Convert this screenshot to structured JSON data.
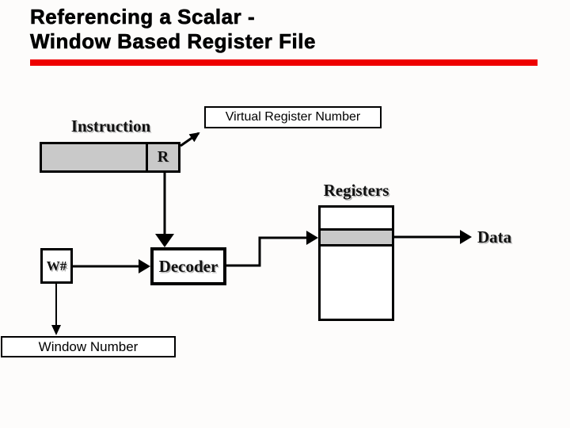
{
  "slide": {
    "title_line1": "Referencing a Scalar -",
    "title_line2": "Window Based Register File",
    "accent_color": "#ee0000"
  },
  "diagram": {
    "instruction_label": "Instruction",
    "register_field_label": "R",
    "virtual_register_number_label": "Virtual Register Number",
    "window_register_label": "W#",
    "decoder_label": "Decoder",
    "registers_label": "Registers",
    "data_label": "Data",
    "window_number_label": "Window Number",
    "fill_gray": "#c9c9c9",
    "line_color": "#000000"
  }
}
